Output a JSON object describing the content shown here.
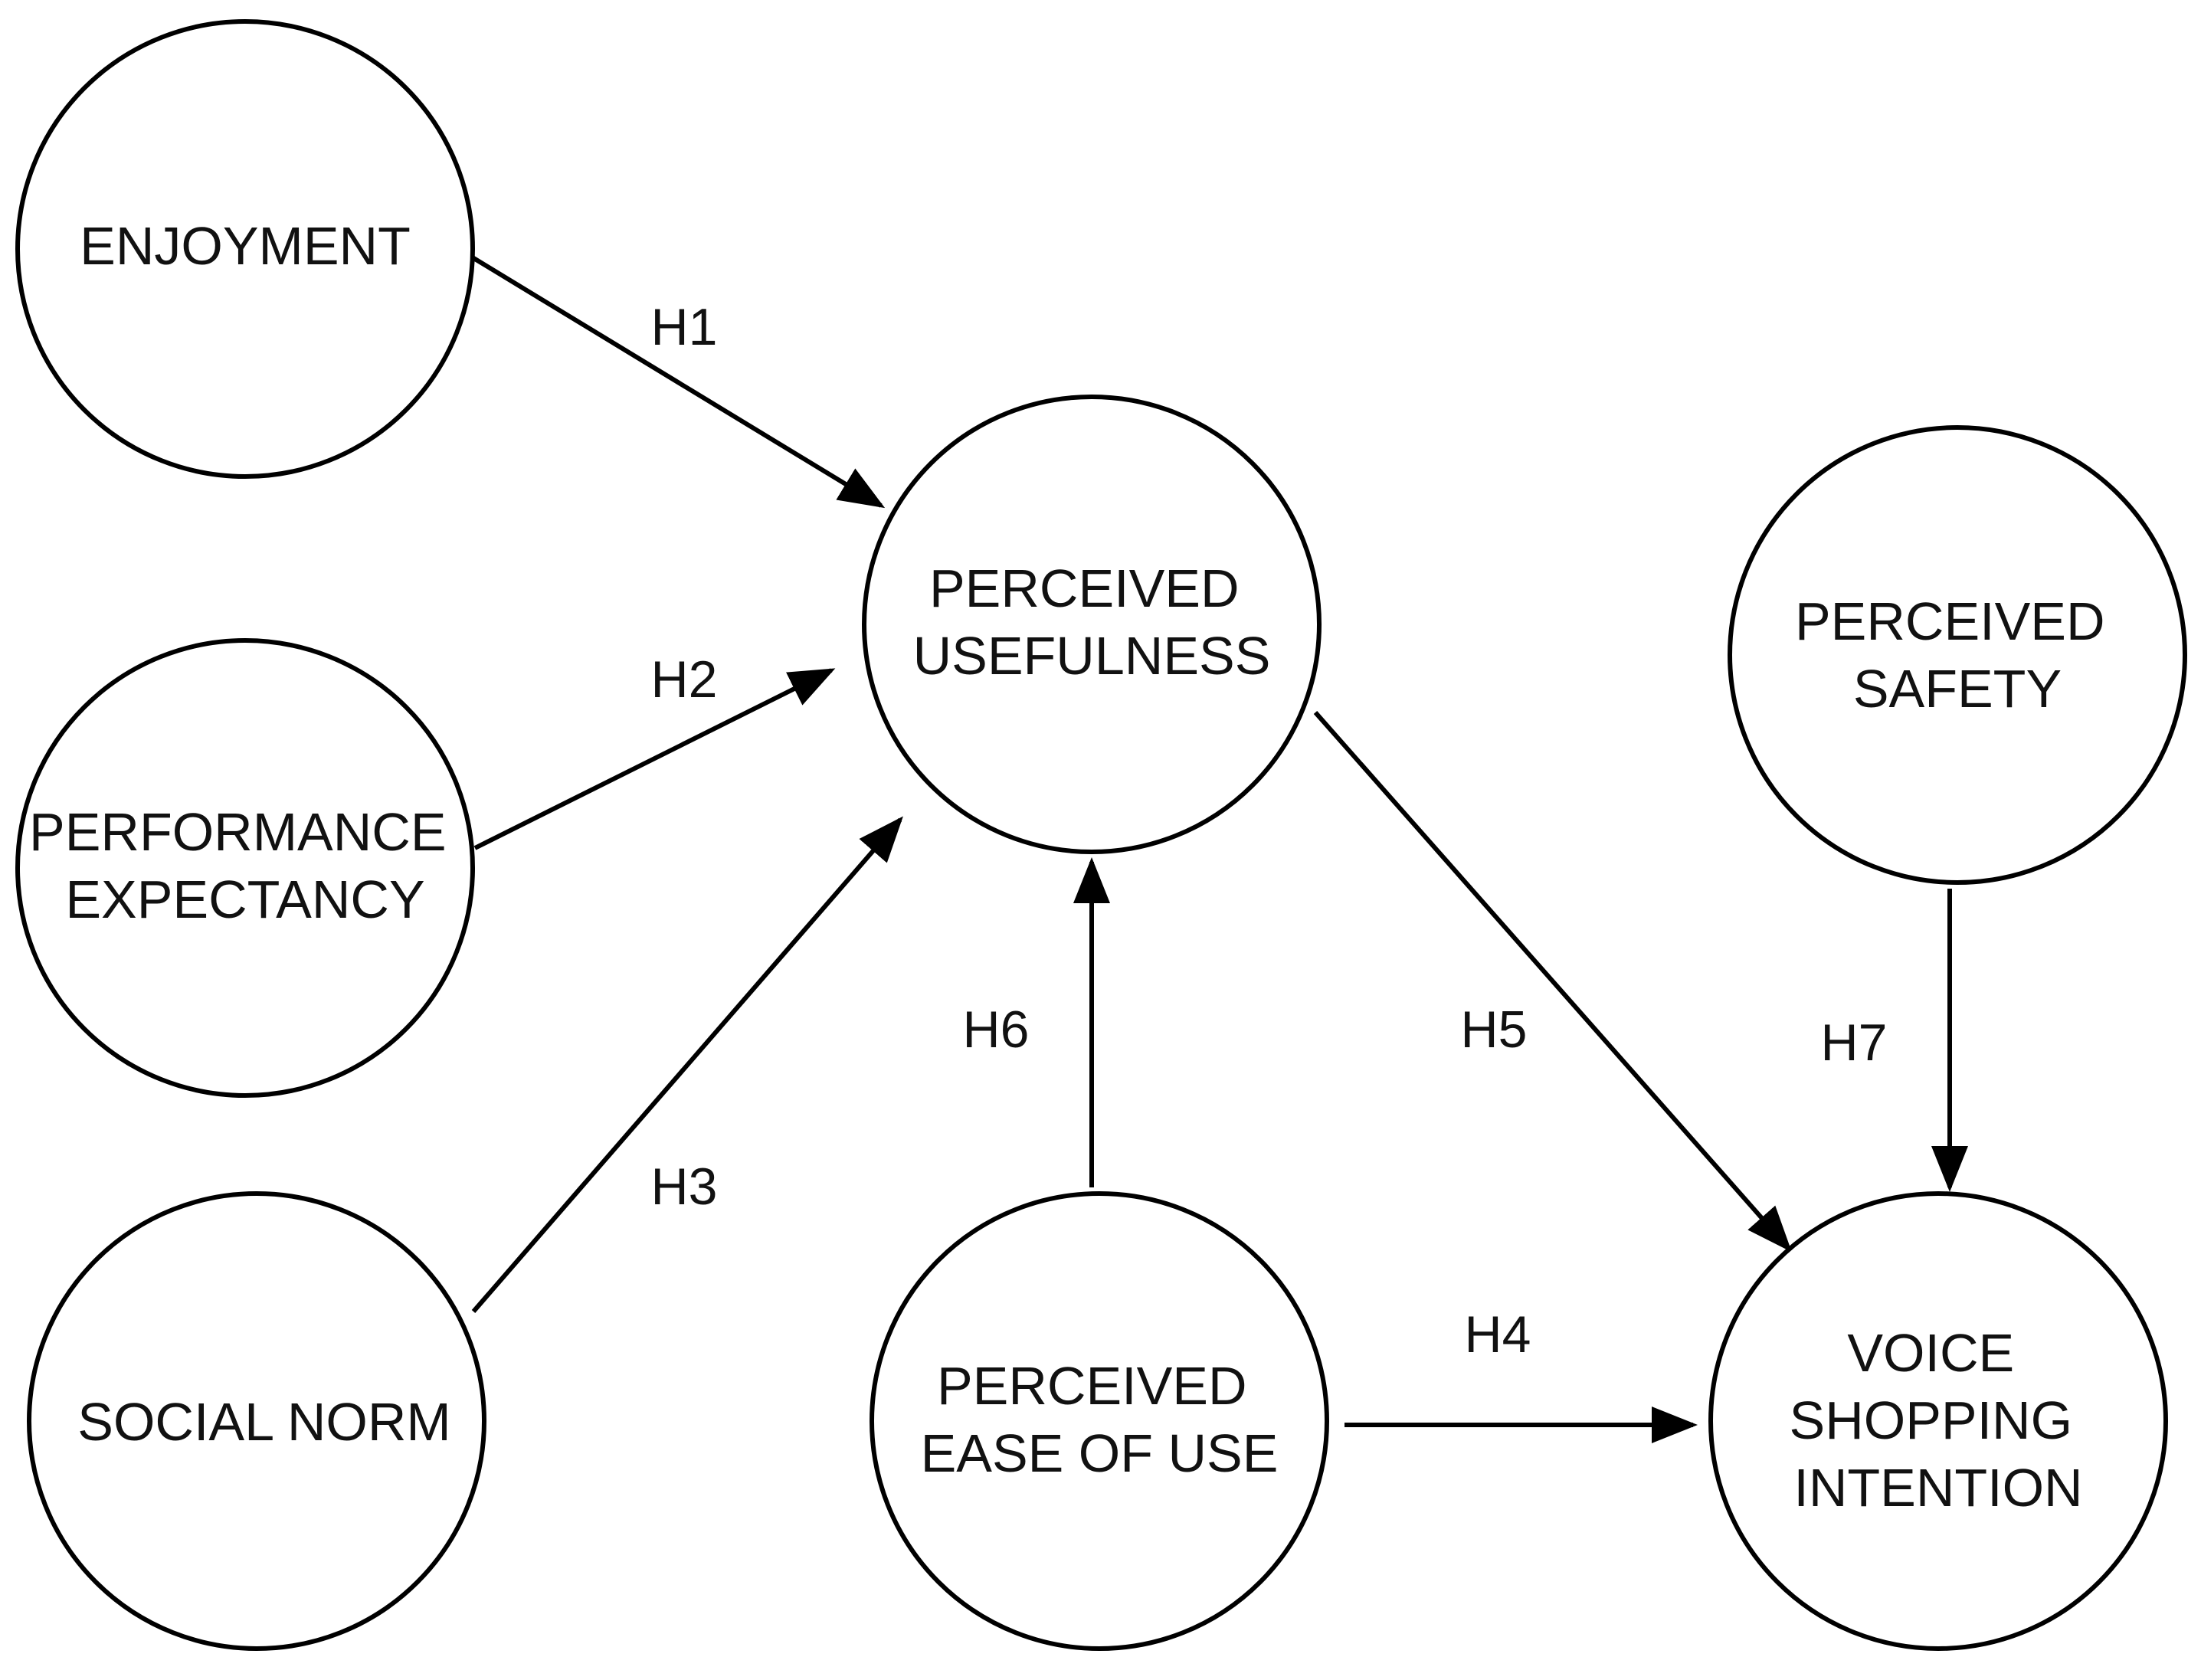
{
  "colors": {
    "stroke": "#000000",
    "text": "#111111",
    "background": "#ffffff"
  },
  "nodes": {
    "enjoyment": {
      "lines": [
        "ENJOYMENT"
      ]
    },
    "performance_expectancy": {
      "lines": [
        "PERFORMANCE",
        "EXPECTANCY"
      ]
    },
    "social_norm": {
      "lines": [
        "SOCIAL NORM"
      ]
    },
    "perceived_usefulness": {
      "lines": [
        "PERCEIVED",
        "USEFULNESS"
      ]
    },
    "perceived_ease_of_use": {
      "lines": [
        "PERCEIVED",
        "EASE OF USE"
      ]
    },
    "perceived_safety": {
      "lines": [
        "PERCEIVED",
        "SAFETY"
      ]
    },
    "voice_shopping_intention": {
      "lines": [
        "VOICE",
        "SHOPPING",
        "INTENTION"
      ]
    }
  },
  "edges": {
    "h1": {
      "label": "H1",
      "from": "ENJOYMENT",
      "to": "PERCEIVED USEFULNESS"
    },
    "h2": {
      "label": "H2",
      "from": "PERFORMANCE EXPECTANCY",
      "to": "PERCEIVED USEFULNESS"
    },
    "h3": {
      "label": "H3",
      "from": "SOCIAL NORM",
      "to": "PERCEIVED USEFULNESS"
    },
    "h4": {
      "label": "H4",
      "from": "PERCEIVED EASE OF USE",
      "to": "VOICE SHOPPING INTENTION"
    },
    "h5": {
      "label": "H5",
      "from": "PERCEIVED USEFULNESS",
      "to": "VOICE SHOPPING INTENTION"
    },
    "h6": {
      "label": "H6",
      "from": "PERCEIVED EASE OF USE",
      "to": "PERCEIVED USEFULNESS"
    },
    "h7": {
      "label": "H7",
      "from": "PERCEIVED SAFETY",
      "to": "VOICE SHOPPING INTENTION"
    }
  }
}
